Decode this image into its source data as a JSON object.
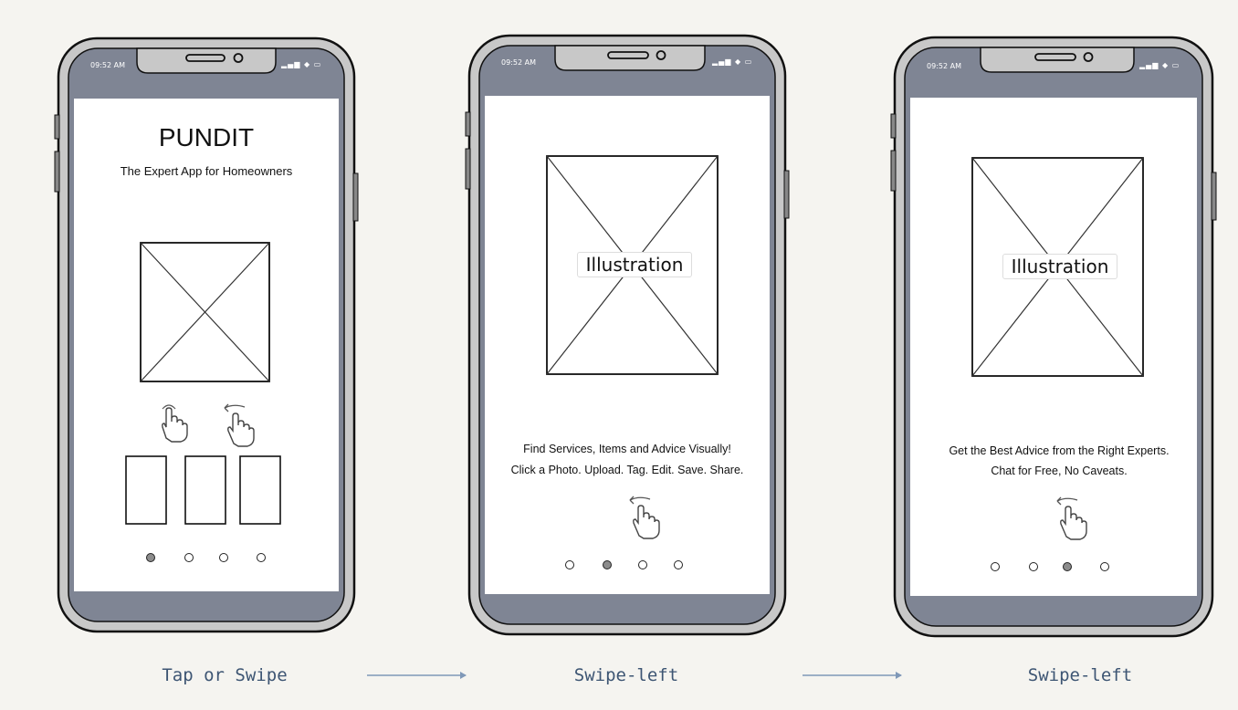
{
  "colors": {
    "background": "#f5f4f0",
    "phone_frame": "#c8c8c8",
    "screen_bar": "#7f8594",
    "screen": "#ffffff",
    "label": "#3d5573",
    "dot_active": "#8c8c8c"
  },
  "screens": [
    {
      "status_time": "09:52 AM",
      "status_icons": "signal-wifi-battery",
      "app_title": "PUNDIT",
      "subtitle": "The Expert App for Homeowners",
      "gesture_icons": [
        "tap-hand-icon",
        "swipe-left-hand-icon"
      ],
      "pagination_active": 1
    },
    {
      "status_time": "09:52 AM",
      "illustration_label": "Illustration",
      "caption_line1": "Find Services, Items and Advice Visually!",
      "caption_line2": "Click a Photo. Upload. Tag. Edit. Save. Share.",
      "gesture_icons": [
        "swipe-left-hand-icon"
      ],
      "pagination_active": 2
    },
    {
      "status_time": "09:52 AM",
      "illustration_label": "Illustration",
      "caption_line1": "Get the Best Advice from the Right Experts.",
      "caption_line2": "Chat for Free, No Caveats.",
      "gesture_icons": [
        "swipe-left-hand-icon"
      ],
      "pagination_active": 3
    }
  ],
  "flow": {
    "step1": "Tap or Swipe",
    "step2": "Swipe-left",
    "step3": "Swipe-left"
  }
}
